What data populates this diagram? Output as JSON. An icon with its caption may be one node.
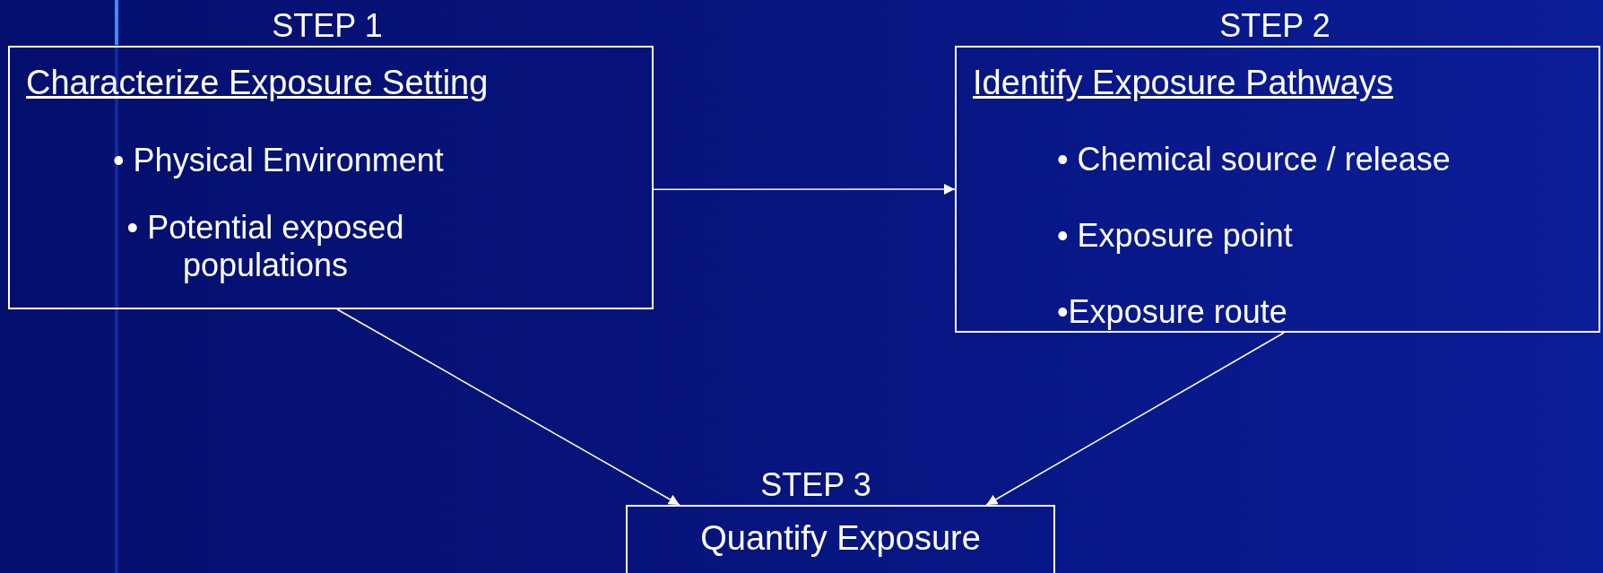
{
  "diagram": {
    "nodes": [
      {
        "text": [
          "STEP 1",
          "Characterize Exposure Setting",
          "• Physical Environment",
          "• Potential exposed populations"
        ]
      },
      {
        "text": [
          "STEP 2",
          "Identify Exposure Pathways",
          "• Chemical source / release",
          "• Exposure point",
          "•Exposure route"
        ]
      },
      {
        "text": [
          "STEP 3",
          "Quantify Exposure"
        ]
      }
    ],
    "edges": [
      {
        "from": 0,
        "to": 1,
        "arrow": "to"
      },
      {
        "from": 0,
        "to": 2,
        "arrow": "to"
      },
      {
        "from": 1,
        "to": 2,
        "arrow": "to"
      }
    ]
  }
}
